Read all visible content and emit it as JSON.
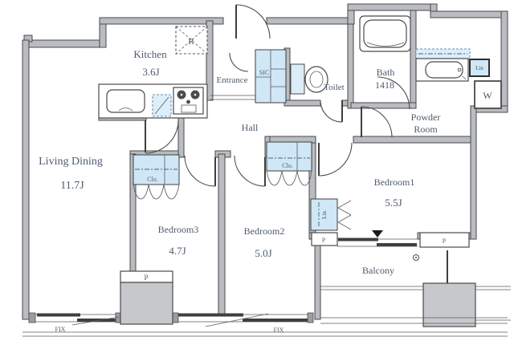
{
  "floorplan": {
    "rooms": {
      "living_dining": {
        "name": "Living Dining",
        "size": "11.7J"
      },
      "kitchen": {
        "name": "Kitchen",
        "size": "3.6J"
      },
      "entrance": {
        "name": "Entrance"
      },
      "hall": {
        "name": "Hall"
      },
      "toilet": {
        "name": "Toilet"
      },
      "bath": {
        "name": "Bath",
        "size": "1418"
      },
      "powder_room": {
        "line1": "Powder",
        "line2": "Room"
      },
      "bedroom1": {
        "name": "Bedroom1",
        "size": "5.5J"
      },
      "bedroom2": {
        "name": "Bedroom2",
        "size": "5.0J"
      },
      "bedroom3": {
        "name": "Bedroom3",
        "size": "4.7J"
      },
      "balcony": {
        "name": "Balcony"
      }
    },
    "storage": {
      "shoe_closet": "SIC",
      "refrigerator_space": "R",
      "closet_abbrev": "Clo.",
      "linen": "Lin",
      "washer_space": "W"
    },
    "markers": {
      "pillar": "P",
      "fixed_window": "FIX"
    },
    "colors": {
      "closet_fill": "#cfe7f6",
      "wall_fill": "#b9bcc0",
      "outline": "#4a4a4a",
      "label_text": "#4e5b6e",
      "pillar_fill": "#c6c8cc"
    }
  }
}
